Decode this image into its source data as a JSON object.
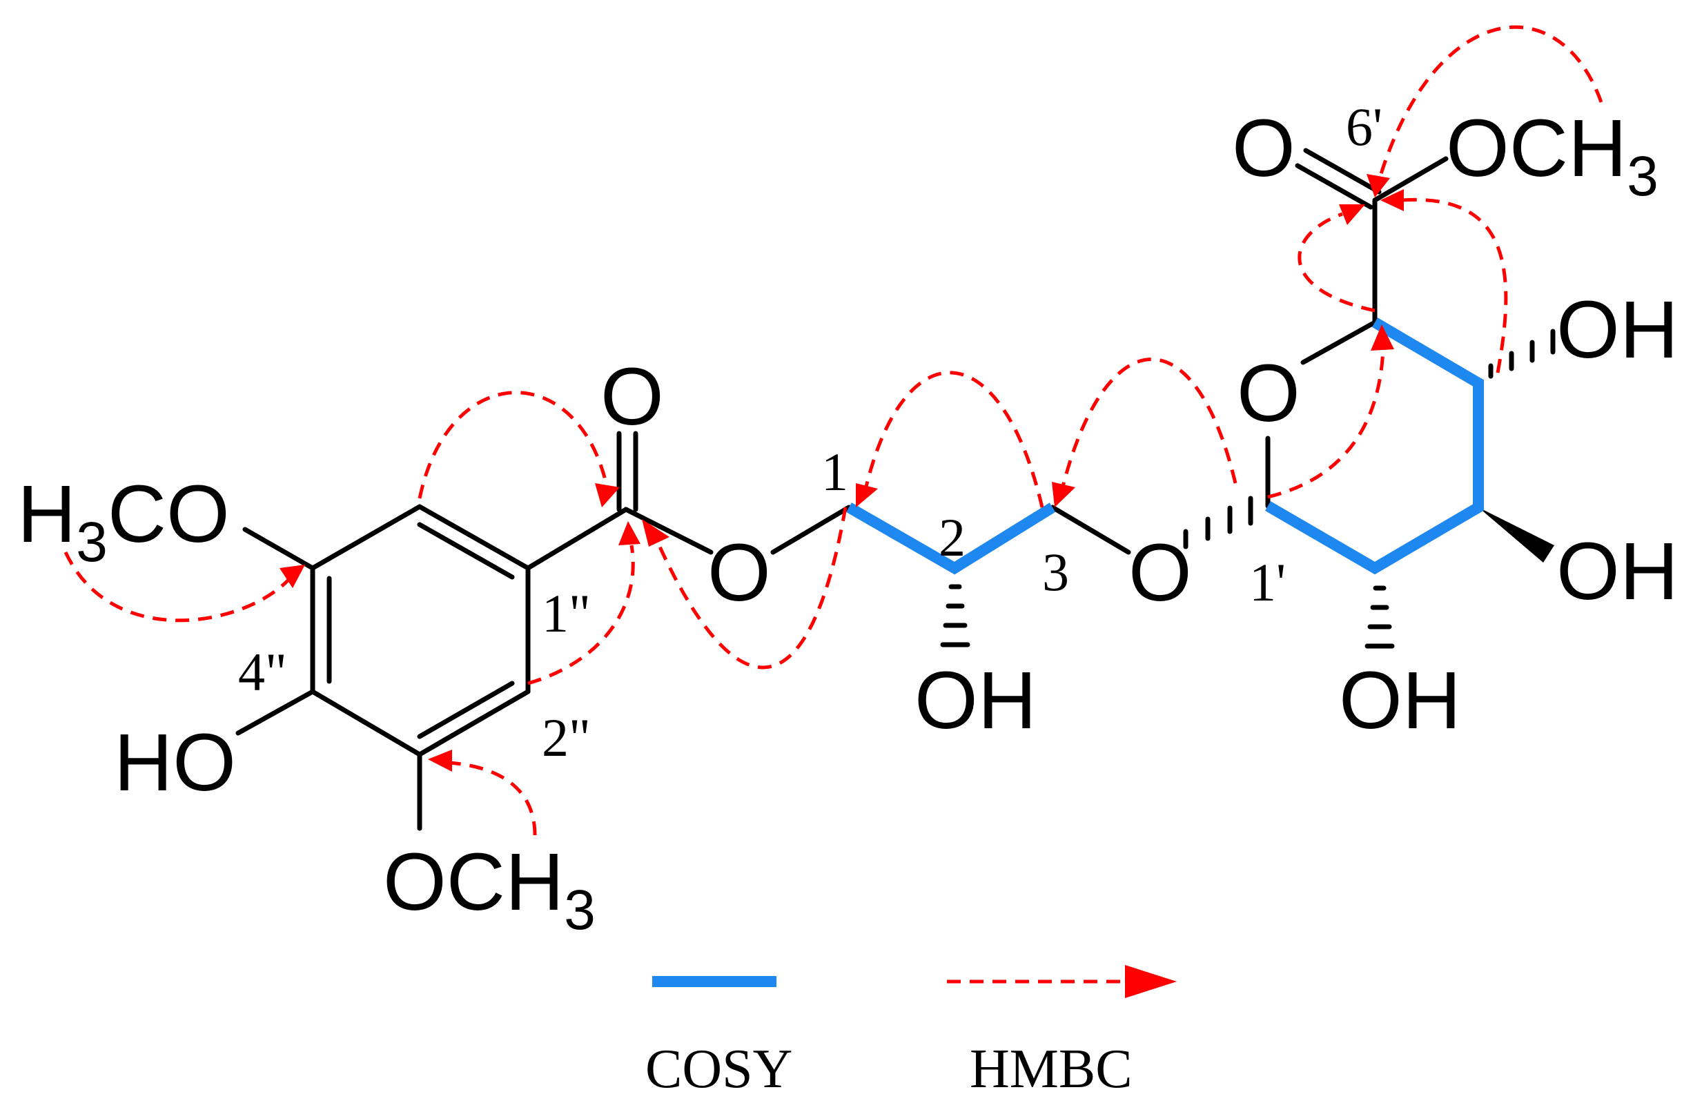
{
  "atoms": {
    "o_carbonyl_ester": "O",
    "o_ester_link": "O",
    "o_glycoside": "O",
    "o_ring": "O",
    "o_carbonyl_6p": "O",
    "och3_6p": "OCH",
    "och3_6p_sub": "3",
    "oh_c2": "OH",
    "oh_c2p": "OH",
    "oh_c3p": "OH",
    "oh_c4p": "OH",
    "ho_4pp": "HO",
    "h3co_h": "H",
    "h3co_sub": "3",
    "h3co_rest": "CO",
    "och3_5pp": "OCH",
    "och3_5pp_sub": "3"
  },
  "numbering": {
    "c1": "1",
    "c2": "2",
    "c3": "3",
    "c1p": "1'",
    "c6p": "6'",
    "c1pp": "1\"",
    "c2pp": "2\"",
    "c4pp": "4\""
  },
  "legend": {
    "cosy_label": "COSY",
    "hmbc_label": "HMBC"
  },
  "colors": {
    "cosy": "#1e88f0",
    "hmbc": "#ff0000",
    "bond": "#000000"
  }
}
